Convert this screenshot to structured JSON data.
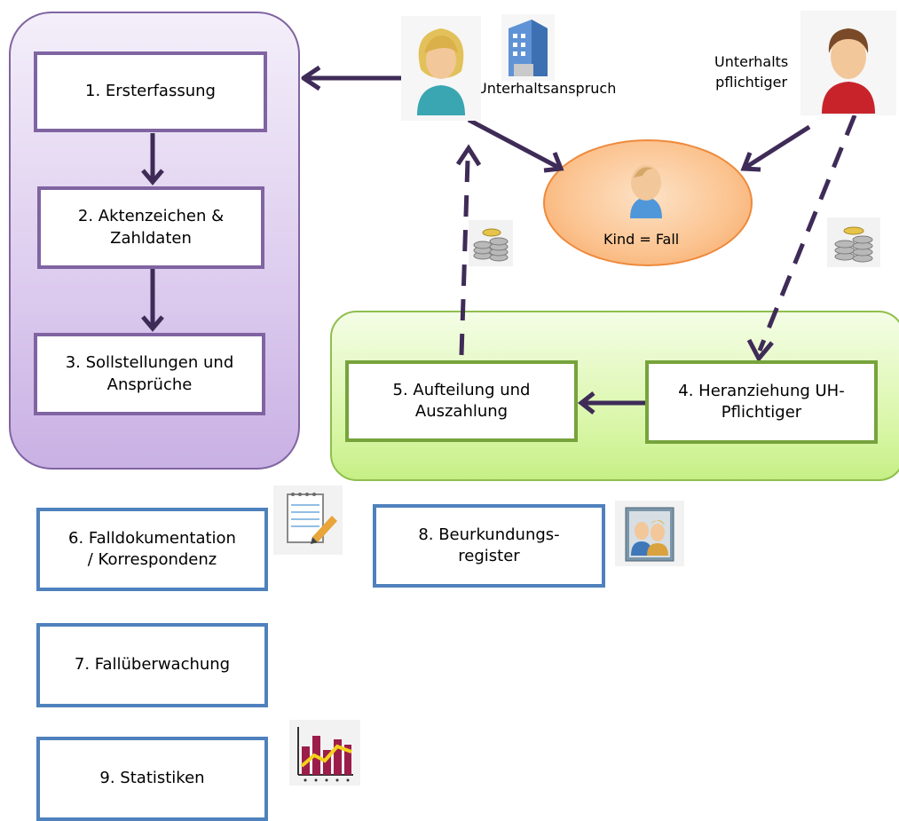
{
  "boxes": {
    "b1": "1. Ersterfassung",
    "b2": "2. Aktenzeichen &\nZahldaten",
    "b3": "3. Sollstellungen und\nAnsprüche",
    "b4": "4. Heranziehung UH-\nPflichtiger",
    "b5": "5. Aufteilung und\nAuszahlung",
    "b6": "6. Falldokumentation\n/ Korrespondenz",
    "b7": "7. Fallüberwachung",
    "b8": "8. Beurkundungs-\nregister",
    "b9": "9. Statistiken"
  },
  "labels": {
    "unterhaltsanspruch": "Unterhaltsanspruch",
    "unterhaltspflichtiger": "Unterhalts\npflichtiger",
    "kind": "Kind = Fall"
  },
  "colors": {
    "purple": "#8064a2",
    "green": "#77a33c",
    "blue": "#4f81bd",
    "arrow": "#3f2b57",
    "orange": "#f6a35e"
  },
  "icons": [
    "woman-user-icon",
    "building-icon",
    "man-user-icon",
    "baby-icon",
    "coins-icon",
    "notepad-icon",
    "users-book-icon",
    "bar-chart-icon"
  ]
}
